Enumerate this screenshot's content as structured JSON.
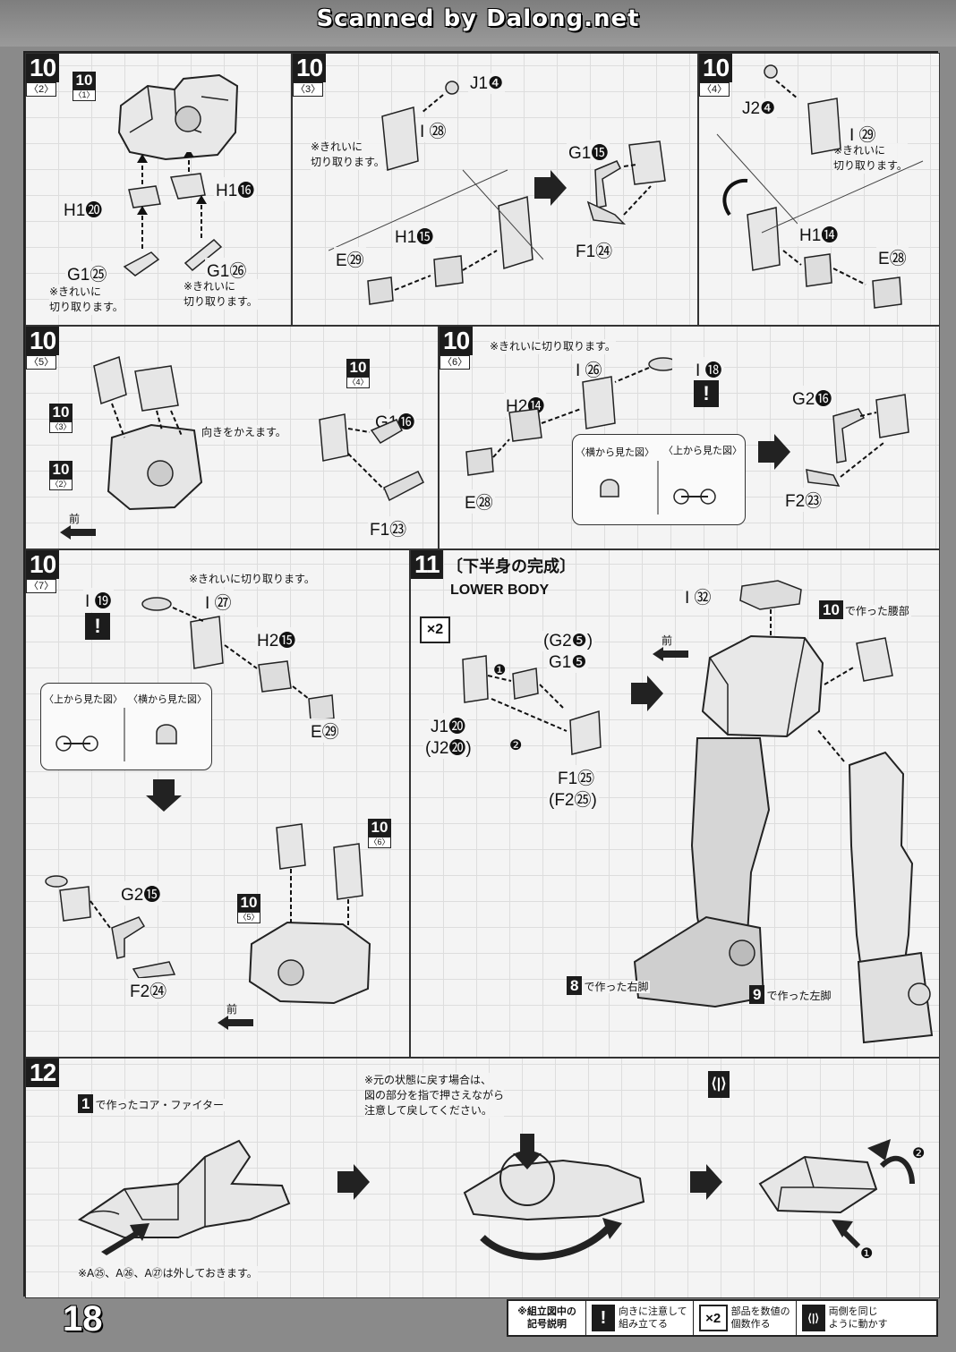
{
  "header": {
    "scanned_by": "Scanned by Dalong.net"
  },
  "page_number": "18",
  "panels": {
    "p10_2": {
      "step": "10",
      "sub": "〈2〉",
      "ref": {
        "step": "10",
        "sub": "〈1〉"
      },
      "labels": {
        "h1_20": "H1⓴",
        "h1_16": "H1⓰",
        "g1_25": "G1㉕",
        "g1_26": "G1㉖"
      },
      "note_a": "※きれいに\n切り取ります。",
      "note_b": "※きれいに\n切り取ります。"
    },
    "p10_3": {
      "step": "10",
      "sub": "〈3〉",
      "labels": {
        "j1_4": "J1❹",
        "i_28": "I ㉘",
        "g1_15": "G1⓯",
        "h1_15": "H1⓯",
        "e_29": "E㉙",
        "f1_24": "F1㉔"
      },
      "note": "※きれいに\n切り取ります。"
    },
    "p10_4": {
      "step": "10",
      "sub": "〈4〉",
      "labels": {
        "j2_4": "J2❹",
        "i_29": "I ㉙",
        "h1_14": "H1⓮",
        "e_28": "E㉘"
      },
      "note": "※きれいに\n切り取ります。"
    },
    "p10_5": {
      "step": "10",
      "sub": "〈5〉",
      "refs": [
        {
          "step": "10",
          "sub": "〈3〉"
        },
        {
          "step": "10",
          "sub": "〈2〉"
        },
        {
          "step": "10",
          "sub": "〈4〉"
        }
      ],
      "labels": {
        "g1_16": "G1⓰",
        "f1_23": "F1㉓"
      },
      "note": "向きをかえます。",
      "front": "前"
    },
    "p10_6": {
      "step": "10",
      "sub": "〈6〉",
      "note": "※きれいに切り取ります。",
      "labels": {
        "i_26": "I ㉖",
        "i_18": "I ⓲",
        "h2_14": "H2⓮",
        "e_28": "E㉘",
        "g2_16": "G2⓰",
        "f2_23": "F2㉓"
      },
      "views": {
        "side": "〈横から見た図〉",
        "top": "〈上から見た図〉"
      },
      "warn": "!"
    },
    "p10_7": {
      "step": "10",
      "sub": "〈7〉",
      "note": "※きれいに切り取ります。",
      "labels": {
        "i_19": "I ⓳",
        "i_27": "I ㉗",
        "h2_15": "H2⓯",
        "e_29": "E㉙",
        "g2_15": "G2⓯",
        "f2_24": "F2㉔"
      },
      "views": {
        "top": "〈上から見た図〉",
        "side": "〈横から見た図〉"
      },
      "warn": "!",
      "refs": [
        {
          "step": "10",
          "sub": "〈6〉"
        },
        {
          "step": "10",
          "sub": "〈5〉"
        }
      ],
      "front": "前"
    },
    "p11": {
      "step": "11",
      "title": "〔下半身の完成〕",
      "subtitle": "LOWER BODY",
      "x2": "×2",
      "labels": {
        "g2_5": "(G2❺)",
        "g1_5": "G1❺",
        "j1_20": "J1⓴",
        "j2_20": "(J2⓴)",
        "f1_25": "F1㉕",
        "f2_25": "(F2㉕)",
        "i_32": "I ㉜"
      },
      "step_marks": [
        "❶",
        "❷"
      ],
      "waist": {
        "num": "10",
        "text": "で作った腰部"
      },
      "right_leg": {
        "num": "8",
        "text": "で作った右脚"
      },
      "left_leg": {
        "num": "9",
        "text": "で作った左脚"
      },
      "front": "前"
    },
    "p12": {
      "step": "12",
      "core": {
        "num": "1",
        "text": "で作ったコア・ファイター"
      },
      "note_bottom": "※A㉕、A㉖、A㉗は外しておきます。",
      "note_restore": "※元の状態に戻す場合は、\n図の部分を指で押さえながら\n注意して戻してください。",
      "step_marks": [
        "❷",
        "❶"
      ]
    }
  },
  "legend": {
    "title": "※組立図中の\n記号説明",
    "items": [
      {
        "icon": "!",
        "text": "向きに注意して\n組み立てる"
      },
      {
        "icon": "×2",
        "text": "部品を数値の\n個数作る"
      },
      {
        "icon": "⟨|⟩",
        "text": "両側を同じ\nように動かす"
      }
    ]
  }
}
